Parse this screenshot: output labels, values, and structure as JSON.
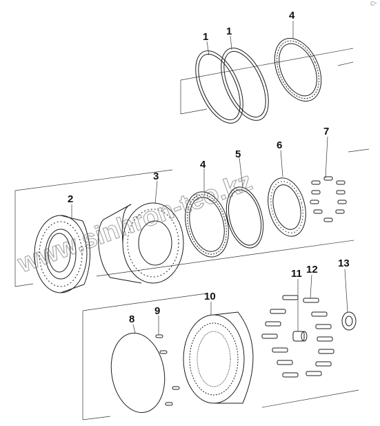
{
  "corner_mark": "Cᵒ",
  "watermark": "www.sinhron-teo.kz",
  "callouts": {
    "c1a": "1",
    "c1b": "1",
    "c4a": "4",
    "c7": "7",
    "c6": "6",
    "c5": "5",
    "c4b": "4",
    "c3": "3",
    "c2": "2",
    "c11": "11",
    "c12": "12",
    "c13": "13",
    "c10": "10",
    "c9": "9",
    "c8": "8"
  }
}
